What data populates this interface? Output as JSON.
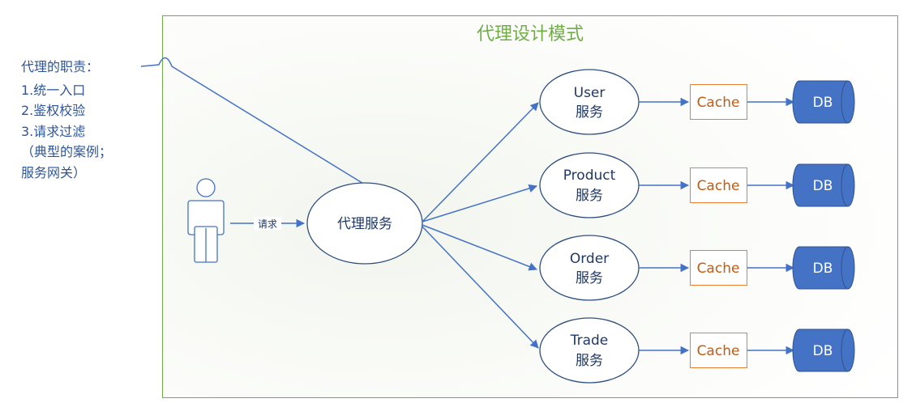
{
  "title": "代理设计模式",
  "annotation": [
    "代理的职责：",
    "1.统一入口",
    "2.鉴权校验",
    "3.请求过滤",
    "（典型的案例；",
    "服务网关）"
  ],
  "request_label": "请求",
  "proxy": {
    "label": "代理服务"
  },
  "services": [
    {
      "name": "User",
      "sub": "服务",
      "cache": "Cache",
      "db": "DB"
    },
    {
      "name": "Product",
      "sub": "服务",
      "cache": "Cache",
      "db": "DB"
    },
    {
      "name": "Order",
      "sub": "服务",
      "cache": "Cache",
      "db": "DB"
    },
    {
      "name": "Trade",
      "sub": "服务",
      "cache": "Cache",
      "db": "DB"
    }
  ],
  "colors": {
    "frame": "#70ad47",
    "title": "#70ad47",
    "line": "#4472c4",
    "ellipse_stroke": "#2f4f7f",
    "text": "#1f3864",
    "annotation": "#2f5597",
    "cache_border": "#ed7d31",
    "cache_text": "#c55a11",
    "db_fill": "#4472c4",
    "db_stroke": "#2f528f"
  }
}
